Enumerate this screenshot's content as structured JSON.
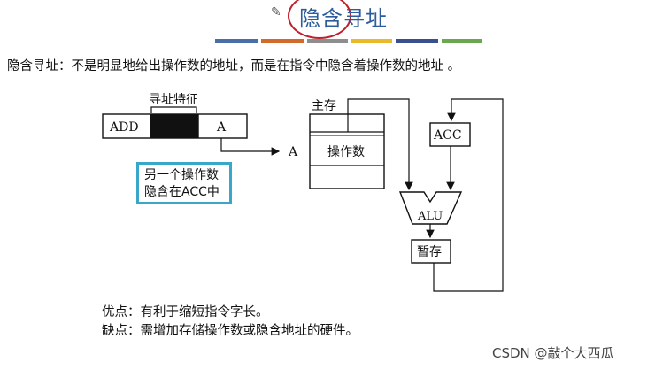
{
  "title": "隐含寻址",
  "definition": "隐含寻址：不是明显地给出操作数的地址，而是在指令中隐含着操作数的地址 。",
  "stripe_colors": [
    "#4a6ea8",
    "#d16a2a",
    "#8e8e8e",
    "#e8b92a",
    "#3a4f8f",
    "#6aa84f"
  ],
  "instruction": {
    "group_label": "寻址特征",
    "opcode": "ADD",
    "address_field": "A",
    "output_label": "A"
  },
  "note": {
    "line1": "另一个操作数",
    "line2": "隐含在ACC中"
  },
  "memory": {
    "label": "主存",
    "operand_cell": "操作数"
  },
  "cpu": {
    "acc": "ACC",
    "alu": "ALU",
    "temp": "暂存"
  },
  "pros": "优点：有利于缩短指令字长。",
  "cons": "缺点：需增加存储操作数或隐含地址的硬件。",
  "watermark": "CSDN @敲个大西瓜"
}
